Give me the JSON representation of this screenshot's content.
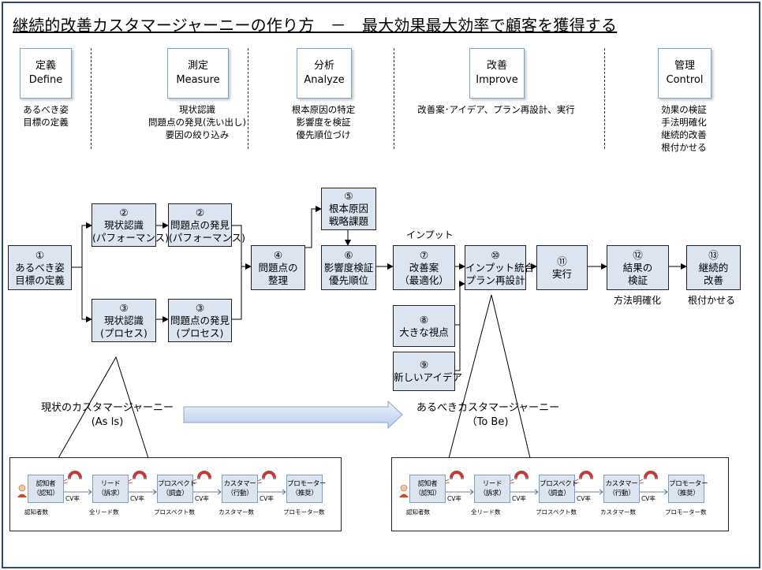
{
  "title": "継続的改善カスタマージャーニーの作り方　－　最大効果最大効率で顧客を獲得する",
  "phases": [
    {
      "jp": "定義",
      "en": "Define",
      "desc": [
        "あるべき姿",
        "目標の定義"
      ]
    },
    {
      "jp": "測定",
      "en": "Measure",
      "desc": [
        "現状認識",
        "問題点の発見(洗い出し)",
        "要因の絞り込み"
      ]
    },
    {
      "jp": "分析",
      "en": "Analyze",
      "desc": [
        "根本原因の特定",
        "影響度を検証",
        "優先順位づけ"
      ]
    },
    {
      "jp": "改善",
      "en": "Improve",
      "desc": [
        "改善案･アイデア、プラン再設計、実行"
      ]
    },
    {
      "jp": "管理",
      "en": "Control",
      "desc": [
        "効果の検証",
        "手法明確化",
        "継続的改善",
        "根付かせる"
      ]
    }
  ],
  "nodes": {
    "n1": [
      "①",
      "あるべき姿",
      "目標の定義"
    ],
    "n2a": [
      "②",
      "現状認識",
      "(パフォーマンス)"
    ],
    "n2b": [
      "②",
      "問題点の発見",
      "(パフォーマンス)"
    ],
    "n3a": [
      "③",
      "現状認識",
      "(プロセス)"
    ],
    "n3b": [
      "③",
      "問題点の発見",
      "(プロセス)"
    ],
    "n4": [
      "④",
      "問題点の",
      "整理"
    ],
    "n5": [
      "⑤",
      "根本原因",
      "戦略課題"
    ],
    "n6": [
      "⑥",
      "影響度検証",
      "優先順位"
    ],
    "n7": [
      "⑦",
      "改善案",
      "（最適化）"
    ],
    "n8": [
      "⑧",
      "大きな視点"
    ],
    "n9": [
      "⑨",
      "新しいアイデア"
    ],
    "n10": [
      "⑩",
      "インプット統合",
      "プラン再設計"
    ],
    "n11": [
      "⑪",
      "実行"
    ],
    "n12": [
      "⑫",
      "結果の",
      "検証"
    ],
    "n13": [
      "⑬",
      "継続的",
      "改善"
    ]
  },
  "labels": {
    "input": "インプット",
    "method": "方法明確化",
    "root": "根付かせる"
  },
  "journeys": {
    "asis": {
      "title": [
        "現状のカスタマージャーニー",
        "(As Is)"
      ]
    },
    "tobe": {
      "title": [
        "あるべきカスタマージャーニー",
        "（To Be)"
      ]
    }
  },
  "journey_steps": [
    [
      "認知者",
      "（認知）"
    ],
    [
      "リード",
      "（訴求）"
    ],
    [
      "プロスペクト",
      "（調査）"
    ],
    [
      "カスタマー",
      "（行動）"
    ],
    [
      "プロモーター",
      "（推奨）"
    ]
  ],
  "journey_counts": [
    "認知者数",
    "全リード数",
    "プロスペクト数",
    "カスタマー数",
    "プロモーター数"
  ],
  "cv_label": "CV率",
  "colors": {
    "frame": "#2d4e73",
    "node_fill": "#dbe4ef",
    "phase_border": "#7ea6c9",
    "arrow_fill": "#c9d9f0"
  }
}
